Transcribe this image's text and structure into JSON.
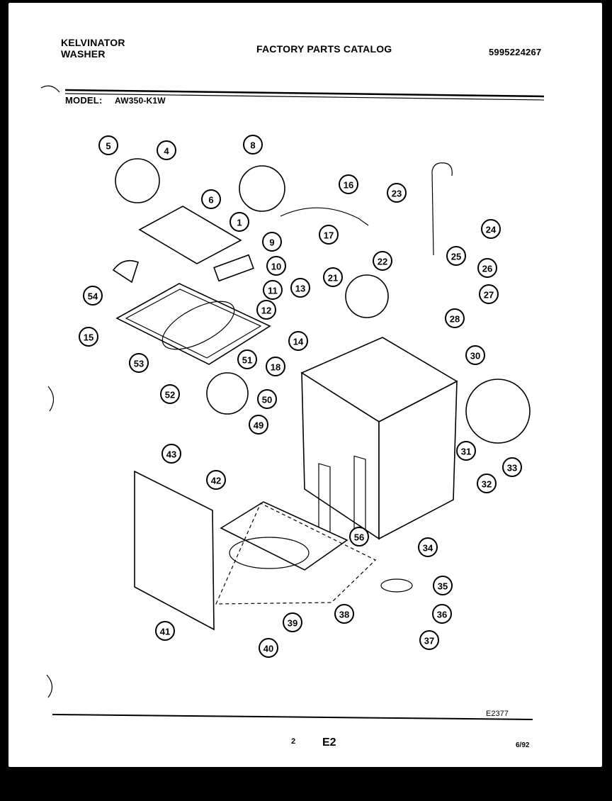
{
  "header": {
    "brand_line1": "KELVINATOR",
    "brand_line2": "WASHER",
    "catalog_title": "FACTORY PARTS CATALOG",
    "part_number": "5995224267",
    "model_label": "MODEL:",
    "model_value": "AW350-K1W"
  },
  "footer": {
    "diagram_id": "E2377",
    "page_number": "2",
    "section": "E2",
    "date": "6/92"
  },
  "callouts": [
    "1",
    "4",
    "5",
    "6",
    "8",
    "9",
    "10",
    "11",
    "12",
    "13",
    "14",
    "15",
    "16",
    "17",
    "18",
    "21",
    "22",
    "23",
    "24",
    "25",
    "26",
    "27",
    "28",
    "30",
    "31",
    "32",
    "33",
    "34",
    "35",
    "36",
    "37",
    "38",
    "39",
    "40",
    "41",
    "42",
    "43",
    "49",
    "50",
    "51",
    "52",
    "53",
    "54",
    "56"
  ]
}
